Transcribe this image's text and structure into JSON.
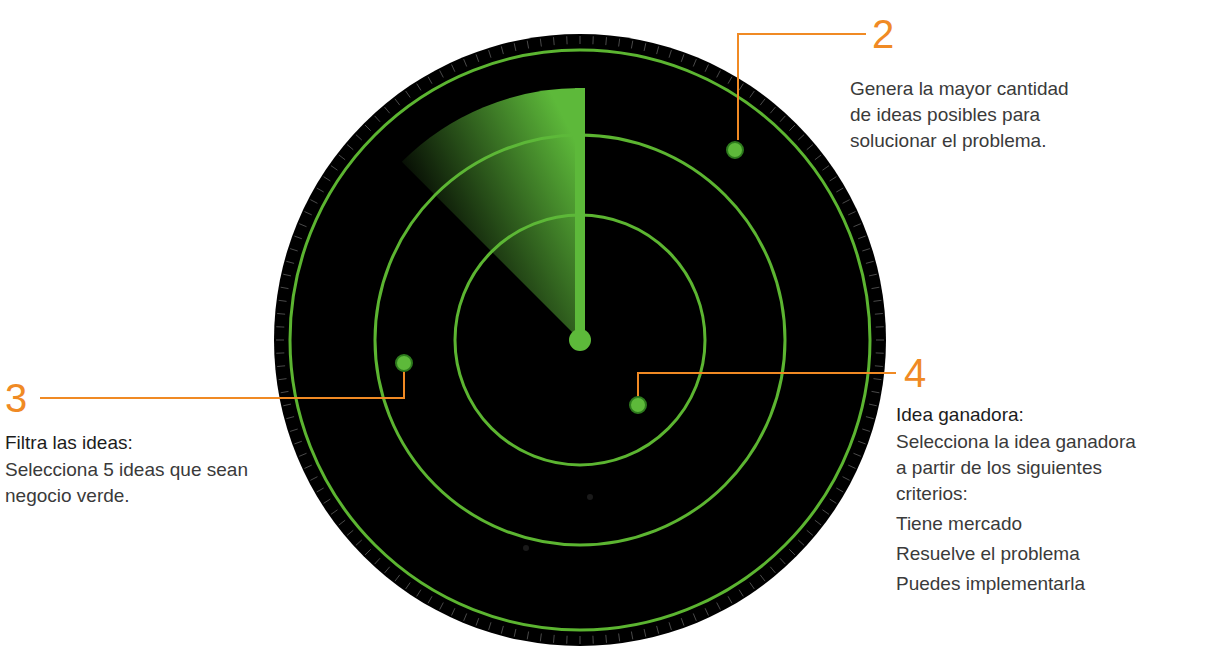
{
  "diagram": {
    "labels": [
      "2",
      "Genera la mayor cantidad de ideas posibles para solucionar el problema.",
      "3",
      "Filtra las ideas:",
      "Selecciona 5 ideas que sean negocio verde.",
      "4",
      "Idea ganadora:",
      "Selecciona la idea ganadora a partir de los siguientes criterios:",
      "Tiene mercado",
      "Resuelve el problema",
      "Puedes implementarla"
    ]
  }
}
